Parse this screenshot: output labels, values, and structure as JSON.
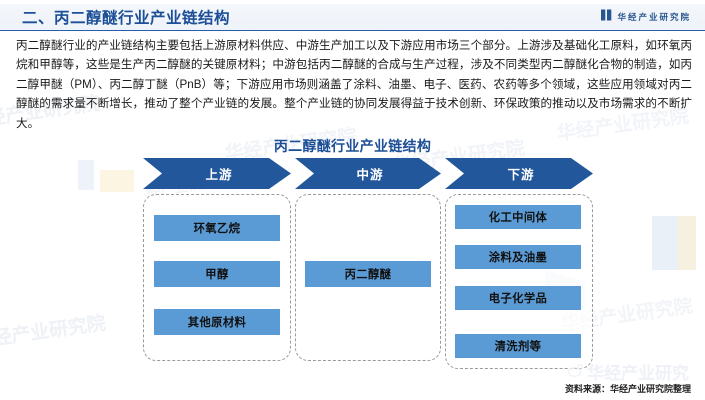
{
  "header": {
    "title": "二、丙二醇醚行业产业链结构",
    "brand_name": "华经产业研究院",
    "brand_icon": "book-logo-icon",
    "accent_color": "#1c4f97"
  },
  "body": {
    "paragraph": "丙二醇醚行业的产业链结构主要包括上游原材料供应、中游生产加工以及下游应用市场三个部分。上游涉及基础化工原料，如环氧丙烷和甲醇等，这些是生产丙二醇醚的关键原材料；中游包括丙二醇醚的合成与生产过程，涉及不同类型丙二醇醚化合物的制造，如丙二醇甲醚（PM）、丙二醇丁醚（PnB）等；下游应用市场则涵盖了涂料、油墨、电子、医药、农药等多个领域，这些应用领域对丙二醇醚的需求量不断增长，推动了整个产业链的发展。整个产业链的协同发展得益于技术创新、环保政策的推动以及市场需求的不断扩大。"
  },
  "figure": {
    "title": "丙二醇醚行业产业链结构",
    "chevron_color": "#23579c",
    "node_color": "#5b9bd5",
    "stages": [
      {
        "label": "上游",
        "nodes": [
          "环氧乙烷",
          "甲醇",
          "其他原材料"
        ]
      },
      {
        "label": "中游",
        "nodes": [
          "丙二醇醚"
        ]
      },
      {
        "label": "下游",
        "nodes": [
          "化工中间体",
          "涂料及油墨",
          "电子化学品",
          "清洗剂等"
        ]
      }
    ]
  },
  "footer": {
    "source": "资料来源：华经产业研究院整理",
    "watermark": "华经产业研究"
  },
  "watermarks": {
    "text": "华经产业研究院",
    "short": "经产业研究院"
  }
}
